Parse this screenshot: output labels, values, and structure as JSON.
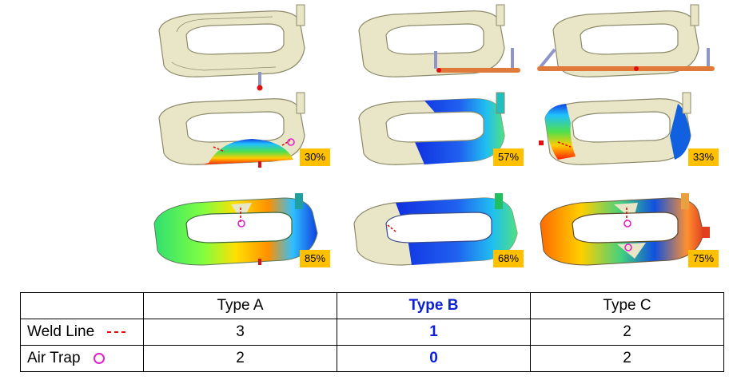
{
  "fill_stages": [
    {
      "column": "Type A",
      "percent_label": "30%",
      "percent": 30
    },
    {
      "column": "Type B",
      "percent_label": "57%",
      "percent": 57
    },
    {
      "column": "Type C",
      "percent_label": "33%",
      "percent": 33
    },
    {
      "column": "Type A",
      "percent_label": "85%",
      "percent": 85
    },
    {
      "column": "Type B",
      "percent_label": "68%",
      "percent": 68
    },
    {
      "column": "Type C",
      "percent_label": "75%",
      "percent": 75
    }
  ],
  "colors": {
    "part_beige": "#e8e6c6",
    "part_outline": "#8c8a6a",
    "runner_orange": "#e07a3a",
    "gate_red": "#e01010",
    "badge_yellow": "#ffc000",
    "highlight_blue": "#0a1fd6",
    "weld_line_red": "#e01010",
    "air_trap_magenta": "#e020d0"
  },
  "table": {
    "headers": [
      "",
      "Type A",
      "Type B",
      "Type C"
    ],
    "highlight_column": "Type B",
    "rows": [
      {
        "label": "Weld Line",
        "legend_icon": "dashed-red-line-icon",
        "values": [
          "3",
          "1",
          "2"
        ]
      },
      {
        "label": "Air Trap",
        "legend_icon": "magenta-circle-icon",
        "values": [
          "2",
          "0",
          "2"
        ]
      }
    ]
  }
}
